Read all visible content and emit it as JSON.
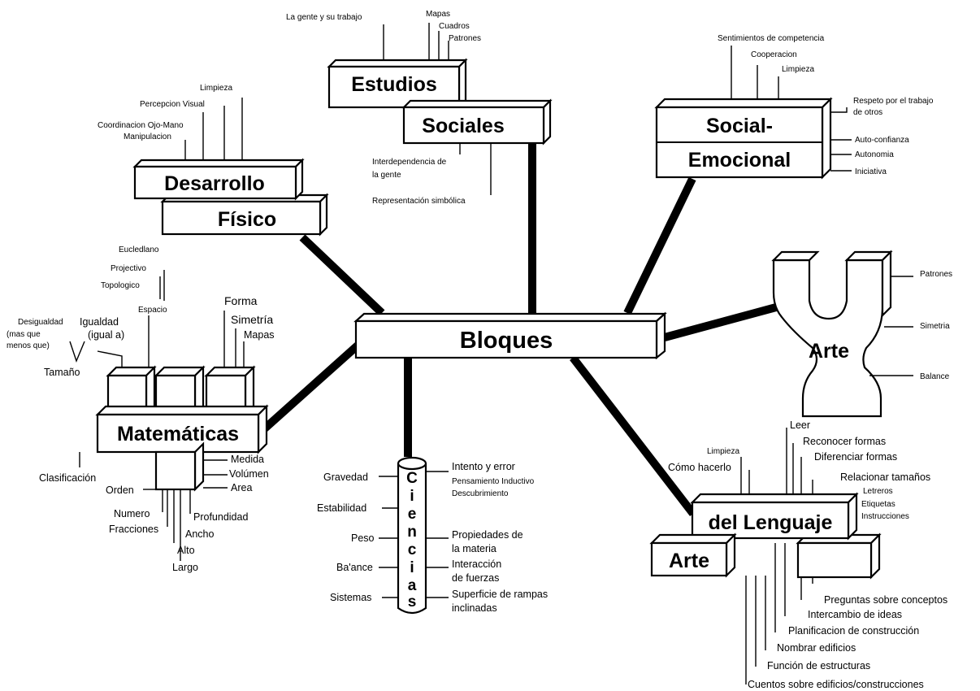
{
  "center": "Bloques",
  "estudios_sociales": {
    "title_1": "Estudios",
    "title_2": "Sociales",
    "top": [
      "La gente y su trabajo",
      "Mapas",
      "Cuadros",
      "Patrones"
    ],
    "bottom": [
      "Interdependencia de",
      "la gente",
      "Representación simbólica"
    ]
  },
  "social_emocional": {
    "title_1": "Social-",
    "title_2": "Emocional",
    "top": [
      "Sentimientos de competencia",
      "Cooperacion",
      "Limpieza"
    ],
    "right": [
      "Respeto por el trabajo",
      "de otros",
      "Auto-confianza",
      "Autonomia",
      "Iniciativa"
    ]
  },
  "desarrollo_fisico": {
    "title_1": "Desarrollo",
    "title_2": "Físico",
    "labels": [
      "Limpieza",
      "Percepcion Visual",
      "Coordinacion Ojo-Mano",
      "Manipulacion"
    ]
  },
  "arte_y": {
    "title": "Arte",
    "labels": [
      "Patrones",
      "Simetria",
      "Balance"
    ]
  },
  "matematicas": {
    "title": "Matemáticas",
    "espacio": [
      "Eucledlano",
      "Projectivo",
      "Topologico",
      "Espacio"
    ],
    "forma": [
      "Forma",
      "Simetría",
      "Mapas"
    ],
    "tamano": [
      "Desigualdad",
      "Igualdad",
      "(mas que",
      "menos que)",
      "(igual a)",
      "Tamaño"
    ],
    "right": [
      "Medida",
      "Volúmen",
      "Area"
    ],
    "bottom": [
      "Clasificación",
      "Orden",
      "Numero",
      "Fracciones",
      "Profundidad",
      "Ancho",
      "Alto",
      "Largo"
    ]
  },
  "ciencias": {
    "letters": [
      "C",
      "i",
      "e",
      "n",
      "c",
      "i",
      "a",
      "s"
    ],
    "left": [
      "Gravedad",
      "Estabilidad",
      "Peso",
      "Ba'ance",
      "Sistemas"
    ],
    "right": [
      "Intento y error",
      "Pensamiento Inductivo",
      "Descubrimiento",
      "Propiedades de",
      "la materia",
      "Interacción",
      "de fuerzas",
      "Superficie de rampas",
      "inclinadas"
    ]
  },
  "lenguaje": {
    "title_1": "del Lenguaje",
    "title_2": "Arte",
    "top": [
      "Limpieza",
      "Cómo hacerlo",
      "Leer",
      "Reconocer formas",
      "Diferenciar formas",
      "Relacionar tamaños",
      "Letreros",
      "Etiquetas",
      "Instrucciones"
    ],
    "bottom": [
      "Preguntas sobre conceptos",
      "Intercambio de ideas",
      "Planificacion de construcción",
      "Nombrar edificios",
      "Función de estructuras",
      "Cuentos sobre edificios/construcciones"
    ]
  }
}
